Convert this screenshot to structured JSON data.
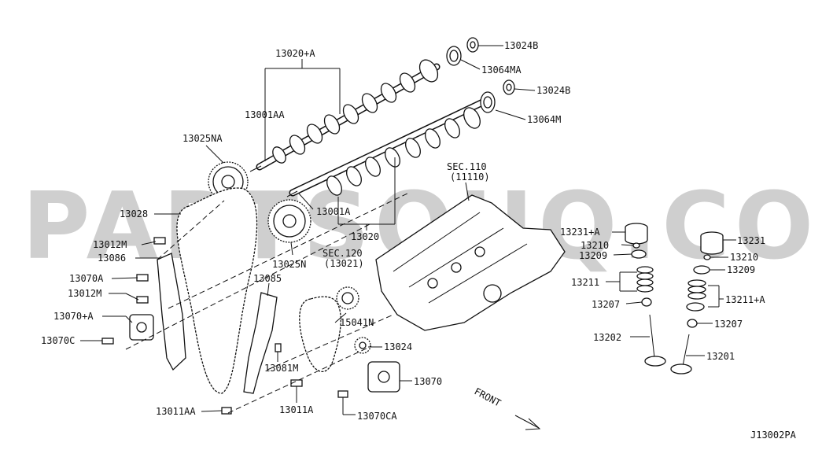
{
  "watermark": "PARTSOUQ.COM",
  "diagram_code": "J13002PA",
  "front_label": "FRONT",
  "labels": {
    "p13020A": "13020+A",
    "p13024B_1": "13024B",
    "p13064MA": "13064MA",
    "p13024B_2": "13024B",
    "p13064M": "13064M",
    "p13001AA": "13001AA",
    "p13025NA": "13025NA",
    "p13028": "13028",
    "p13012M_1": "13012M",
    "p13086": "13086",
    "p13070A": "13070A",
    "p13012M_2": "13012M",
    "p13070plusA": "13070+A",
    "p13070C": "13070C",
    "p13011AA": "13011AA",
    "p13025N": "13025N",
    "p13001A": "13001A",
    "p13020": "13020",
    "sec110": "SEC.110",
    "sec110sub": "(11110)",
    "sec120": "SEC.120",
    "sec120sub": "(13021)",
    "p13085": "13085",
    "p15041N": "15041N",
    "p13024": "13024",
    "p13081M": "13081M",
    "p13070": "13070",
    "p13011A": "13011A",
    "p13070CA": "13070CA",
    "p13231A": "13231+A",
    "p13210_1": "13210",
    "p13209_1": "13209",
    "p13211": "13211",
    "p13207_1": "13207",
    "p13202": "13202",
    "p13231": "13231",
    "p13210_2": "13210",
    "p13209_2": "13209",
    "p13211A": "13211+A",
    "p13207_2": "13207",
    "p13201": "13201"
  }
}
